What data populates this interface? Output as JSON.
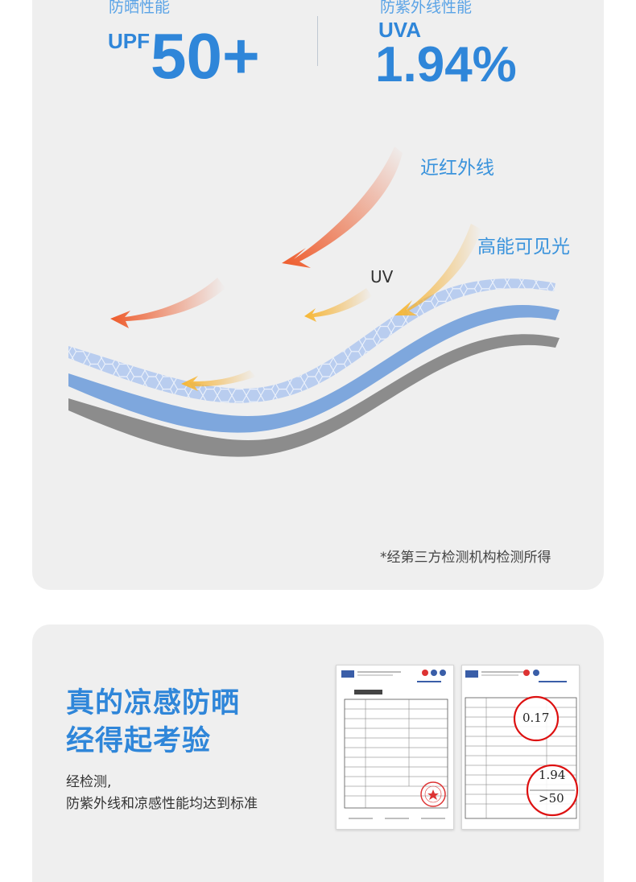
{
  "sun_protection": {
    "label": "防晒性能",
    "prefix": "UPF",
    "value": "50+"
  },
  "uv_protection": {
    "label": "防紫外线性能",
    "prefix": "UVA",
    "value": "1.94%"
  },
  "diagram": {
    "label_ir": "近红外线",
    "label_visible": "高能可见光",
    "label_uv": "UV"
  },
  "footnote": "*经第三方检测机构检测所得",
  "test_section": {
    "headline_line1": "真的凉感防晒",
    "headline_line2": "经得起考验",
    "body_line1": "经检测,",
    "body_line2": "防紫外线和凉感性能均达到标准",
    "circle_value_1": "0.17",
    "circle_value_2": "1.94",
    "circle_value_3": ">50"
  },
  "colors": {
    "accent_blue": "#2f86d9",
    "arrow_orange": "#ee5a2a",
    "card_bg": "#efefef"
  }
}
